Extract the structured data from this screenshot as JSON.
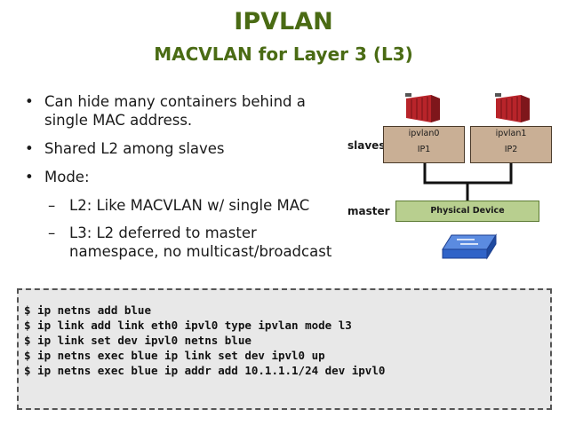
{
  "slide": {
    "title": "IPVLAN",
    "subtitle": "MACVLAN for Layer 3 (L3)"
  },
  "bullets": [
    {
      "text": "Can hide many containers behind a single MAC address."
    },
    {
      "text": "Shared L2 among slaves"
    },
    {
      "text": "Mode:"
    }
  ],
  "sub_bullets": [
    {
      "text": "L2: Like MACVLAN w/ single MAC"
    },
    {
      "text": "L3: L2 deferred to master namespace, no multicast/broadcast"
    }
  ],
  "bullet_glyph": "•",
  "dash_glyph": "–",
  "diagram": {
    "slaves_label": "slaves",
    "master_label": "master",
    "ipvlan0": {
      "name": "ipvlan0",
      "ip": "IP1"
    },
    "ipvlan1": {
      "name": "ipvlan1",
      "ip": "IP2"
    },
    "physical_device": "Physical Device",
    "container_icon": "shipping-container-icon",
    "switch_icon": "network-switch-icon",
    "colors": {
      "container": "#b8242a",
      "ipvlan_box": "#c9af95",
      "physical_box": "#b8cf8f",
      "switch": "#2f63c8"
    }
  },
  "code": {
    "lines": [
      "$ ip netns add blue",
      "$ ip link add link eth0 ipvl0 type ipvlan mode l3",
      "$ ip link set dev ipvl0 netns blue",
      "$ ip netns exec blue ip link set dev ipvl0 up",
      "$ ip netns exec blue ip addr add 10.1.1.1/24 dev ipvl0"
    ]
  },
  "theme": {
    "title_color": "#4a6b14",
    "code_background": "#e8e8e8"
  }
}
